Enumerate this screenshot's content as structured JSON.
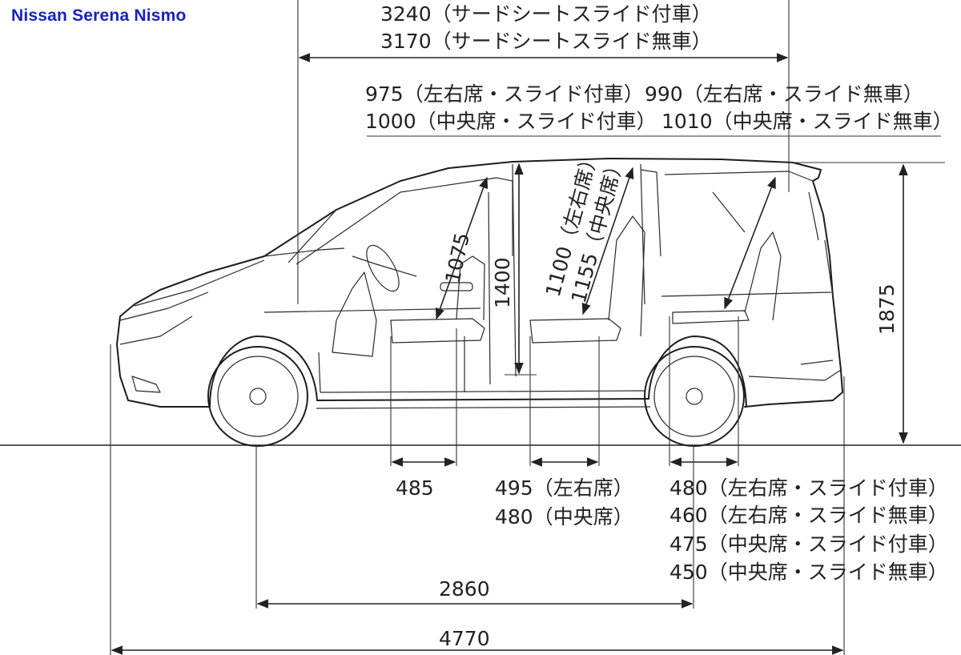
{
  "title": "Nissan Serena Nismo",
  "dimensions": {
    "interior_length_1": "3240（サードシートスライド付車）",
    "interior_length_2": "3170（サードシートスライド無車）",
    "interior_width_1a": "975（左右席・スライド付車）",
    "interior_width_1b": "990（左右席・スライド無車）",
    "interior_width_2a": "1000（中央席・スライド付車）",
    "interior_width_2b": "1010（中央席・スライド無車）",
    "front_headroom": "1075",
    "interior_height": "1400",
    "second_headroom_1": "1100（左右席）",
    "second_headroom_2": "1155（中央席）",
    "overall_height": "1875",
    "front_seat_depth": "485",
    "second_seat_depth_1": "495（左右席）",
    "second_seat_depth_2": "480（中央席）",
    "third_seat_depth_1": "480（左右席・スライド付車）",
    "third_seat_depth_2": "460（左右席・スライド無車）",
    "third_seat_depth_3": "475（中央席・スライド付車）",
    "third_seat_depth_4": "450（中央席・スライド無車）",
    "wheelbase": "2860",
    "overall_length": "4770"
  }
}
